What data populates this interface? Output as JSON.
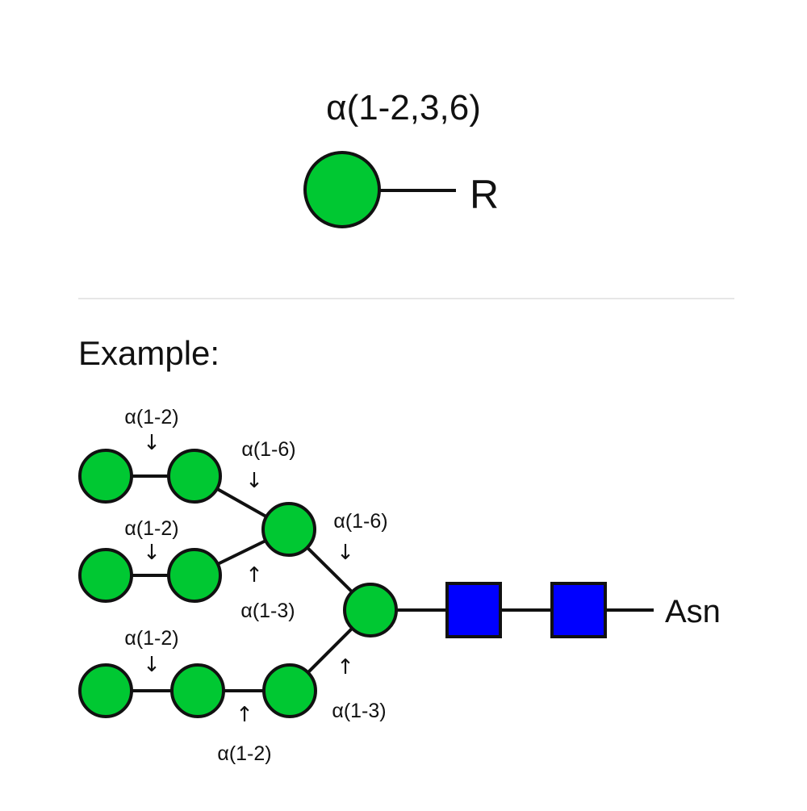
{
  "legend": {
    "linkage_label": "α(1-2,3,6)",
    "residue_label": "R",
    "residue_color": "#00c832",
    "residue_shape": "circle"
  },
  "example": {
    "heading": "Example:",
    "reducing_end_label": "Asn",
    "glcnac_color": "#0000ff",
    "glcnac_shape": "square",
    "linkage_labels": {
      "upper_outer": "α(1-2)",
      "upper_inner": "α(1-6)",
      "middle_outer": "α(1-2)",
      "middle_inner": "α(1-3)",
      "branch_upper": "α(1-6)",
      "lower_outer": "α(1-2)",
      "lower_inner": "α(1-2)",
      "branch_lower": "α(1-3)"
    },
    "arrows": {
      "down": "↓",
      "up": "↑"
    }
  }
}
